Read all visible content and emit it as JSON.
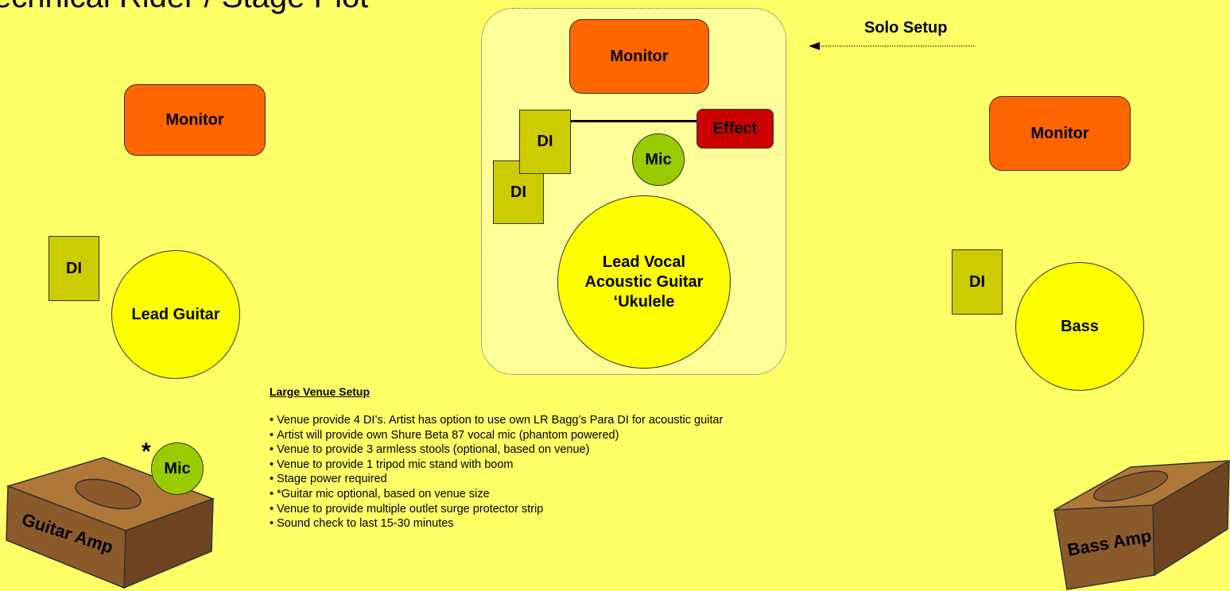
{
  "title": "Technical Rider / Stage Plot",
  "solo_setup_label": "Solo Setup",
  "left": {
    "monitor_label": "Monitor",
    "di_label": "DI",
    "player_label": "Lead Guitar",
    "amp_label": "Guitar Amp",
    "amp_mic_label": "Mic",
    "amp_mic_asterisk": "*"
  },
  "center": {
    "monitor_label": "Monitor",
    "di_front_label": "DI",
    "di_back_label": "DI",
    "effect_label": "Effect",
    "mic_label": "Mic",
    "player_lines": [
      "Lead Vocal",
      "Acoustic Guitar",
      "‘Ukulele"
    ]
  },
  "right": {
    "monitor_label": "Monitor",
    "di_label": "DI",
    "player_label": "Bass",
    "amp_label": "Bass Amp"
  },
  "notes": {
    "heading": "Large Venue Setup",
    "bullet_char": "•",
    "items": [
      "Venue provide 4 DI’s. Artist has option to use own LR Bagg’s Para DI for acoustic guitar",
      "Artist will provide own Shure Beta 87 vocal mic (phantom powered)",
      "Venue to provide 3 armless stools (optional, based on venue)",
      "Venue to provide 1 tripod mic stand with boom",
      "Stage power required",
      "*Guitar mic optional, based on venue size",
      "Venue to provide multiple outlet surge protector strip",
      "Sound check to last 15-30 minutes"
    ]
  },
  "colors": {
    "background": "#ffff66",
    "monitor": "#ff6600",
    "di": "#cccc00",
    "player": "#ffff00",
    "mic": "#99cc00",
    "effect": "#cc0000",
    "solo_zone": "#ffff99",
    "amp_top": "#b07838",
    "amp_front": "#8b5a2b",
    "amp_side": "#6e4420"
  }
}
